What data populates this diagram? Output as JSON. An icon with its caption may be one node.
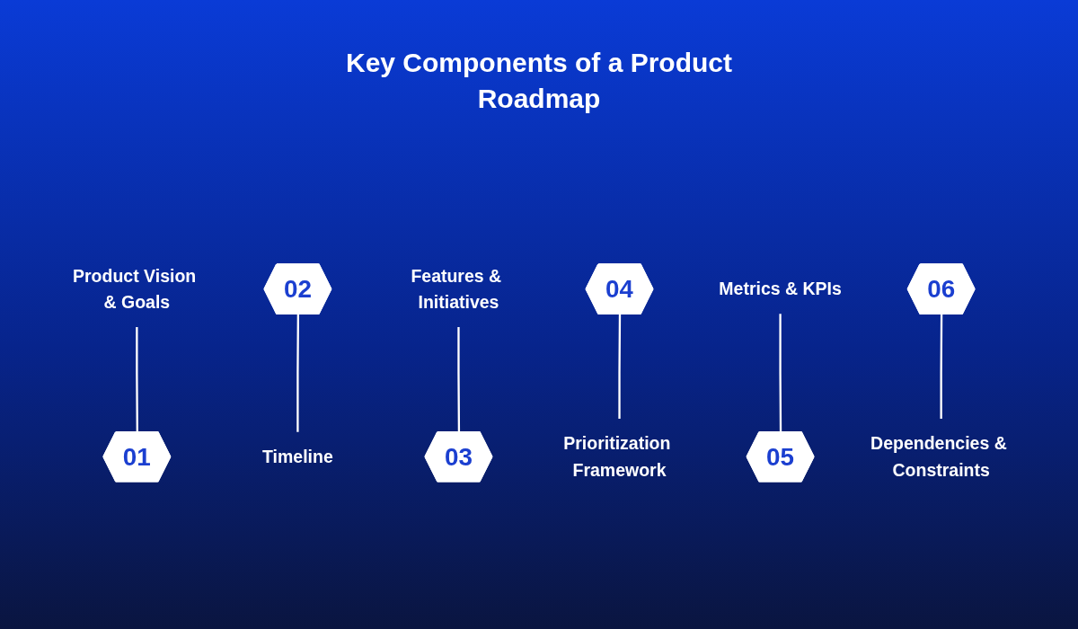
{
  "diagram": {
    "title": "Key Components of a Product Roadmap",
    "nodes": [
      {
        "text": [
          "Product Vision & Goals"
        ]
      },
      {
        "text": [
          "01"
        ]
      },
      {
        "text": [
          "02"
        ]
      },
      {
        "text": [
          "Timeline"
        ]
      },
      {
        "text": [
          "Features & Initiatives"
        ]
      },
      {
        "text": [
          "03"
        ]
      },
      {
        "text": [
          "04"
        ]
      },
      {
        "text": [
          "Prioritization Framework"
        ]
      },
      {
        "text": [
          "Metrics & KPIs"
        ]
      },
      {
        "text": [
          "05"
        ]
      },
      {
        "text": [
          "06"
        ]
      },
      {
        "text": [
          "Dependencies & Constraints"
        ]
      }
    ],
    "edges": [
      {
        "from": 0,
        "to": 1,
        "arrow": "none"
      },
      {
        "from": 2,
        "to": 3,
        "arrow": "none"
      },
      {
        "from": 4,
        "to": 5,
        "arrow": "none"
      },
      {
        "from": 6,
        "to": 7,
        "arrow": "none"
      },
      {
        "from": 8,
        "to": 9,
        "arrow": "none"
      },
      {
        "from": 10,
        "to": 11,
        "arrow": "none"
      }
    ]
  }
}
